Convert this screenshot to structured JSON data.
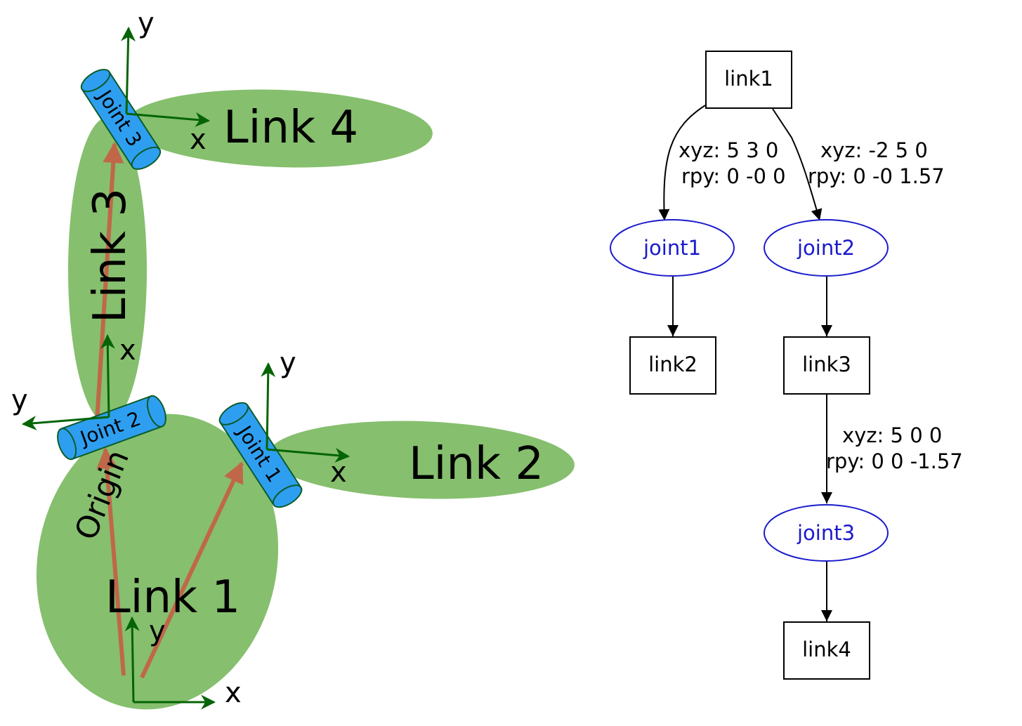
{
  "colors": {
    "link_fill": "#86bf6e",
    "joint_fill": "#2e9ff0",
    "joint_stroke": "#0a5c2a",
    "axis": "#056405",
    "vector": "#c0674a",
    "graph_joint": "#1a1acc",
    "graph_link": "#000000"
  },
  "robot": {
    "links": [
      "Link 1",
      "Link 2",
      "Link 3",
      "Link 4"
    ],
    "joints": [
      "Joint 1",
      "Joint 2",
      "Joint 3"
    ],
    "origin": "Origin",
    "axis_x": "x",
    "axis_y": "y"
  },
  "graph": {
    "links": [
      "link1",
      "link2",
      "link3",
      "link4"
    ],
    "joints": [
      "joint1",
      "joint2",
      "joint3"
    ],
    "edges": [
      {
        "from": "link1",
        "to": "joint1",
        "xyz": "xyz: 5 3 0",
        "rpy": "rpy: 0 -0 0"
      },
      {
        "from": "link1",
        "to": "joint2",
        "xyz": "xyz: -2 5 0",
        "rpy": "rpy: 0 -0 1.57"
      },
      {
        "from": "joint1",
        "to": "link2"
      },
      {
        "from": "joint2",
        "to": "link3"
      },
      {
        "from": "link3",
        "to": "joint3",
        "xyz": "xyz: 5 0 0",
        "rpy": "rpy: 0 0 -1.57"
      },
      {
        "from": "joint3",
        "to": "link4"
      }
    ]
  }
}
